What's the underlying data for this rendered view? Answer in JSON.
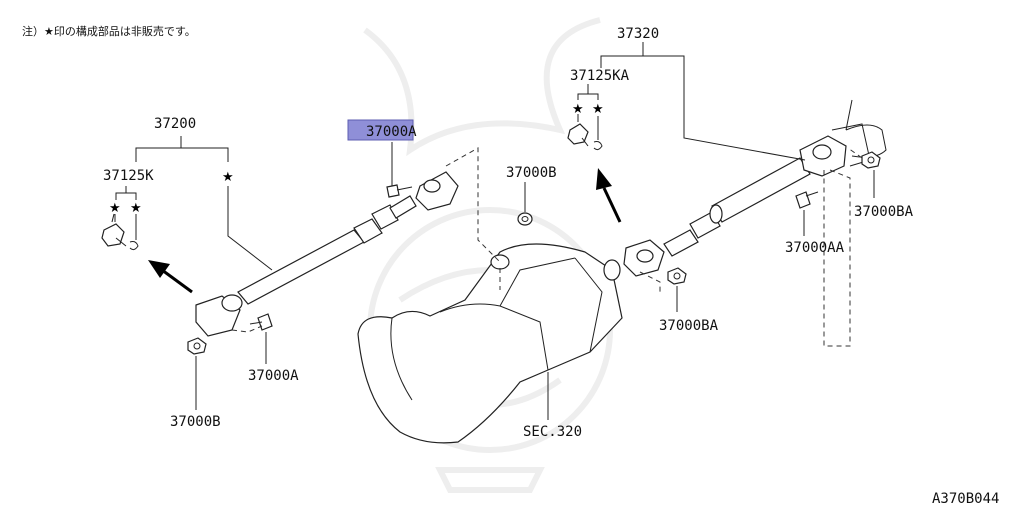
{
  "note": "注）★印の構成部品は非販売です。",
  "star_glyph": "★",
  "diagram_code": "A370B044",
  "selected_color": "#8f8fd8",
  "labels": {
    "rear_shaft_assy": "37200",
    "rear_joint_kit": "37125K",
    "front_shaft_assy": "37320",
    "front_joint_kit": "37125KA",
    "selected_bolt": "37000A",
    "nut_center": "37000B",
    "bolt_left": "37000A",
    "nut_left": "37000B",
    "nut_front_upper": "37000BA",
    "bolt_front": "37000AA",
    "nut_front_lower": "37000BA",
    "transmission_section": "SEC.320"
  }
}
